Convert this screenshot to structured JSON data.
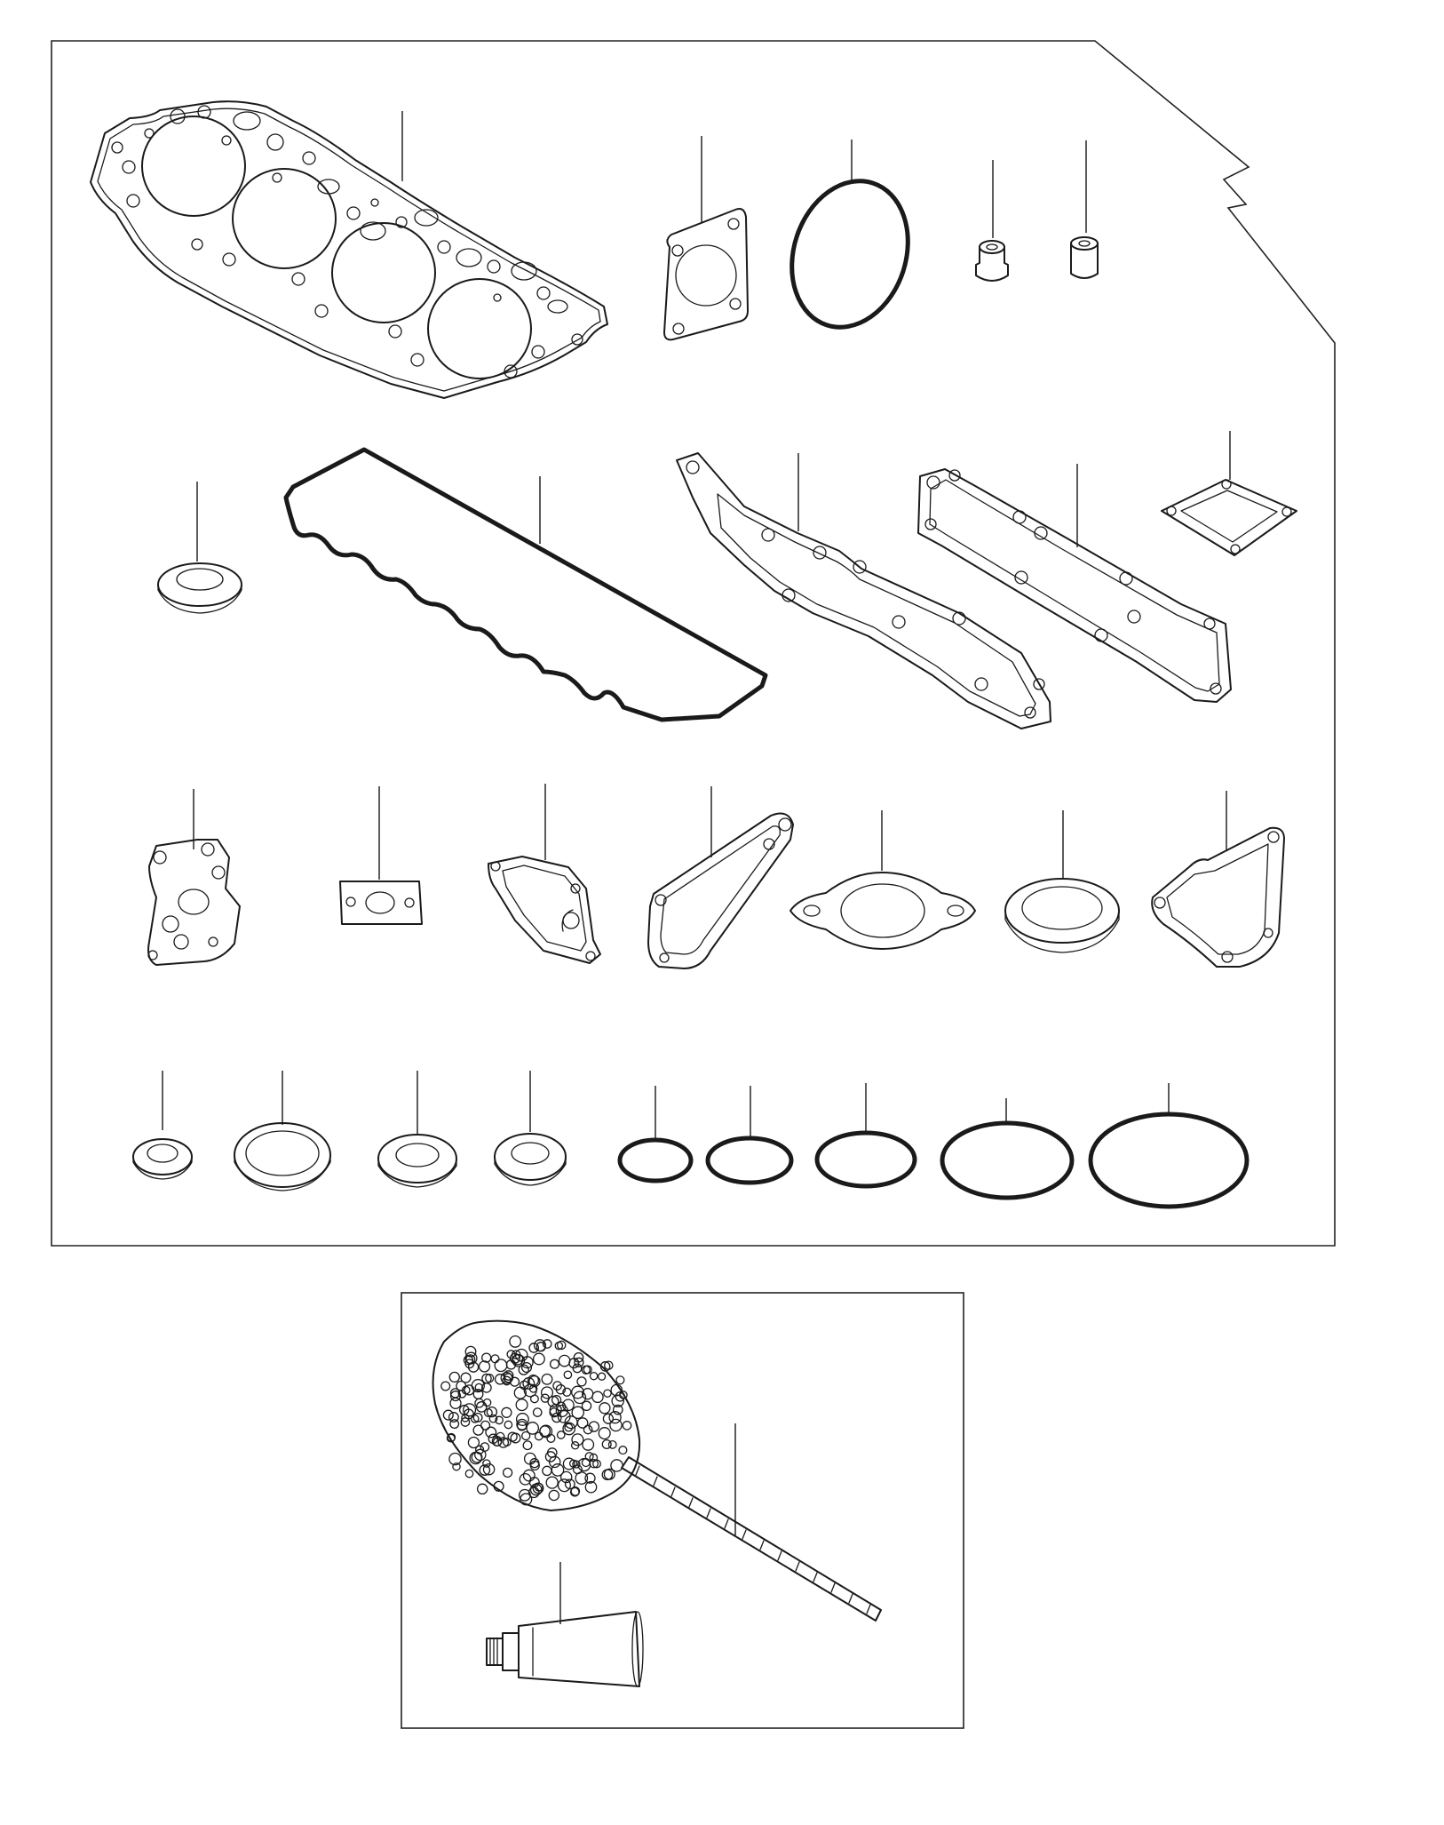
{
  "figure": {
    "kind": "exploded-parts-illustration",
    "line_color": "#1a1a1a",
    "background": "#ffffff"
  },
  "main_panel": {
    "rows": [
      [
        "cylinder-head-gasket",
        "thermostat-housing-gasket",
        "large-o-ring",
        "valve-stem-seal",
        "valve-guide-seal"
      ],
      [
        "oil-seal-washer",
        "rocker-cover-gasket",
        "exhaust-manifold-gasket",
        "intake-manifold-gasket",
        "square-flange-gasket"
      ],
      [
        "water-pump-gasket",
        "small-oval-gasket",
        "oil-cooler-gasket",
        "triangular-bracket-gasket",
        "two-bolt-flange-gasket",
        "sealing-ring",
        "water-outlet-gasket"
      ],
      [
        "washer-small",
        "washer-large",
        "washer-medium",
        "washer-medium-2",
        "o-ring-1",
        "o-ring-2",
        "o-ring-3",
        "o-ring-4",
        "o-ring-5"
      ]
    ]
  },
  "inset_panel": {
    "parts": [
      "cylinder-hone-brush",
      "sealant-tube"
    ]
  }
}
